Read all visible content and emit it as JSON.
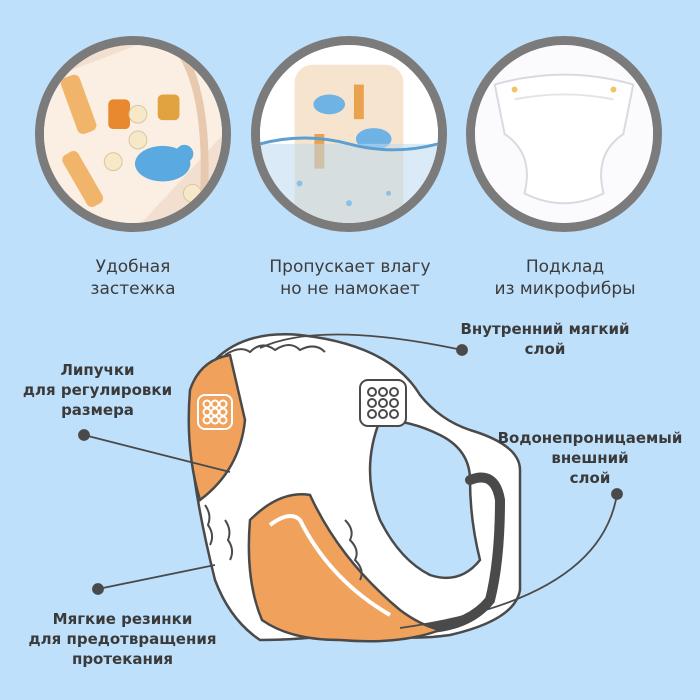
{
  "features": [
    {
      "line1": "Удобная",
      "line2": "застежка"
    },
    {
      "line1": "Пропускает влагу",
      "line2": "но не намокает"
    },
    {
      "line1": "Подклад",
      "line2": "из микрофибры"
    }
  ],
  "callouts": {
    "inner": {
      "line1": "Внутренний мягкий",
      "line2": "слой"
    },
    "velcro": {
      "line1": "Липучки",
      "line2": "для регулировки",
      "line3": "размера"
    },
    "outer": {
      "line1": "Водонепроницаемый",
      "line2": "внешний",
      "line3": "слой"
    },
    "elastic": {
      "line1": "Мягкие резинки",
      "line2": "для предотвращения",
      "line3": "протекания"
    }
  },
  "colors": {
    "background": "#bfe0fb",
    "accent": "#f0a25c",
    "ring": "#7b7b7b",
    "line": "#4a4a4a"
  }
}
